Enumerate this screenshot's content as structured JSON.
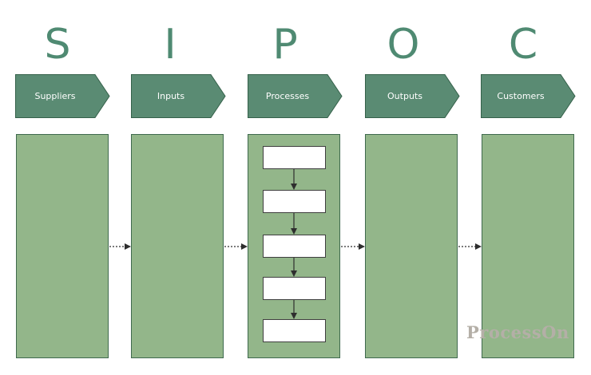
{
  "letters": [
    "S",
    "I",
    "P",
    "O",
    "C"
  ],
  "stages": [
    "Suppliers",
    "Inputs",
    "Processes",
    "Outputs",
    "Customers"
  ],
  "colors": {
    "header_fill": "#5a8b73",
    "header_stroke": "#35614a",
    "column_fill": "#93b68a",
    "letter": "#4f8a72",
    "watermark": "#b4afa7"
  },
  "process_step_count": 5,
  "watermark": "ProcessOn"
}
